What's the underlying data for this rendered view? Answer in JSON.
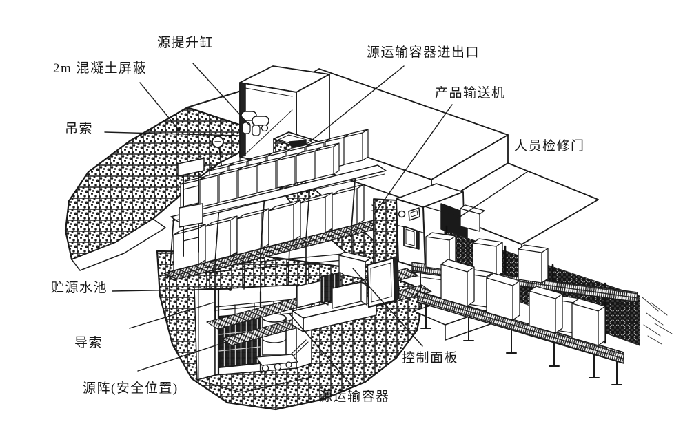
{
  "figure": {
    "type": "isometric cutaway technical illustration of a gamma irradiation facility",
    "background": "#ffffff",
    "ink": "#1a1a1a",
    "labels": [
      {
        "id": "source-hoist-cylinder",
        "text": "源提升缸"
      },
      {
        "id": "concrete-shield",
        "text": "2m 混凝土屏蔽"
      },
      {
        "id": "hoist-cable",
        "text": "吊索"
      },
      {
        "id": "source-container-port",
        "text": "源运输容器进出口"
      },
      {
        "id": "product-conveyor",
        "text": "产品输送机"
      },
      {
        "id": "personnel-access-door",
        "text": "人员检修门"
      },
      {
        "id": "source-storage-pool",
        "text": "贮源水池"
      },
      {
        "id": "guide-cable",
        "text": "导索"
      },
      {
        "id": "source-rack-safe-position",
        "text": "源阵(安全位置)"
      },
      {
        "id": "source-transport-container",
        "text": "源运输容器"
      },
      {
        "id": "control-panel",
        "text": "控制面板"
      }
    ]
  }
}
